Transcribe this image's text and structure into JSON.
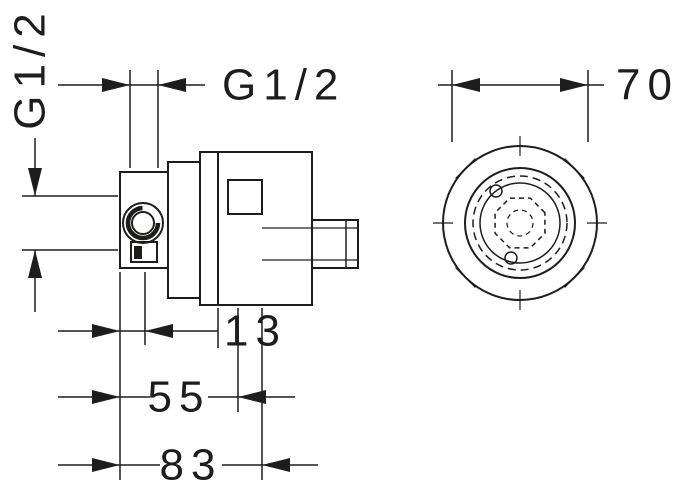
{
  "colors": {
    "line": "#1d1d1b",
    "background": "#ffffff"
  },
  "dimensions": {
    "side_port_thread": "G1/2",
    "top_port_thread": "G1/2",
    "front_diameter": "70",
    "depth_small": "13",
    "depth_mid": "55",
    "depth_total": "83"
  }
}
